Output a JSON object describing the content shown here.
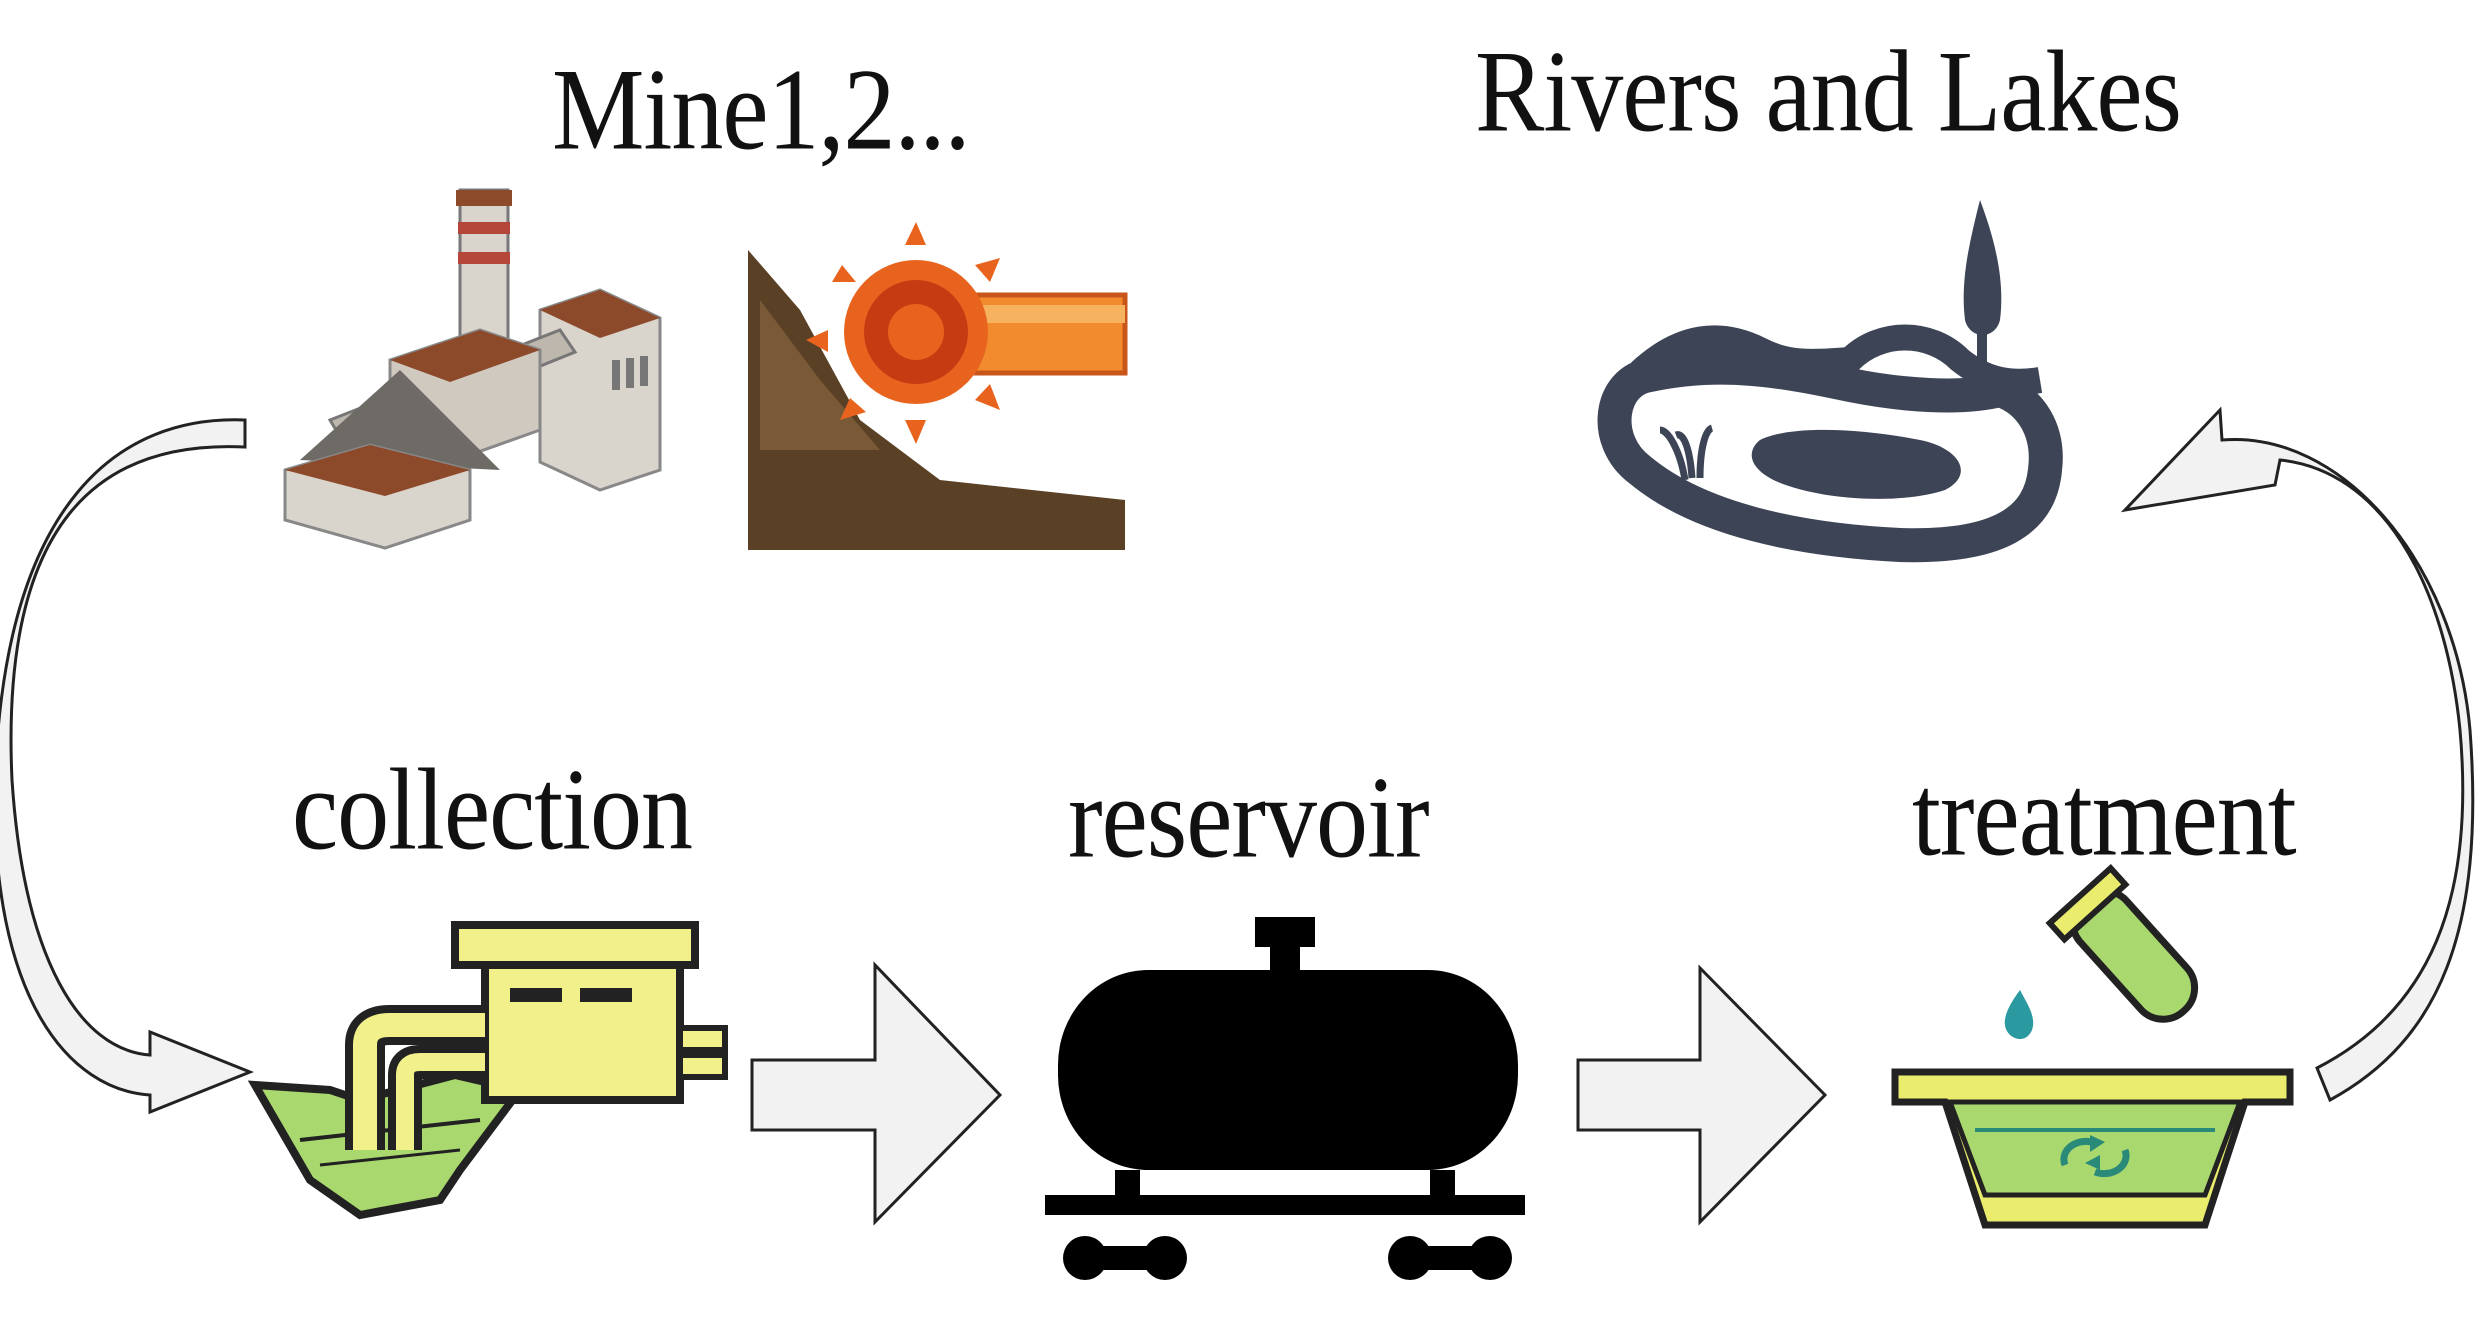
{
  "labels": {
    "mine": "Mine1,2...",
    "rivers": "Rivers and Lakes",
    "collection": "collection",
    "reservoir": "reservoir",
    "treatment": "treatment"
  },
  "icons": {
    "mine": [
      "factory-icon",
      "bucket-wheel-excavator-icon"
    ],
    "rivers": "lake-icon",
    "collection": "collection-pump-icon",
    "reservoir": "tank-wagon-icon",
    "treatment": "treatment-basin-icon"
  },
  "colors": {
    "arrow_fill": "#f2f2f2",
    "arrow_stroke": "#222222",
    "collection_green": "#a9d86e",
    "collection_yellow": "#f2f08a",
    "tank": "#000000",
    "lake": "#3d4456",
    "excavator_orange": "#e8641e",
    "earth_brown": "#5a4126",
    "factory_roof": "#8c4a2a",
    "factory_wall": "#d9d4cc"
  }
}
